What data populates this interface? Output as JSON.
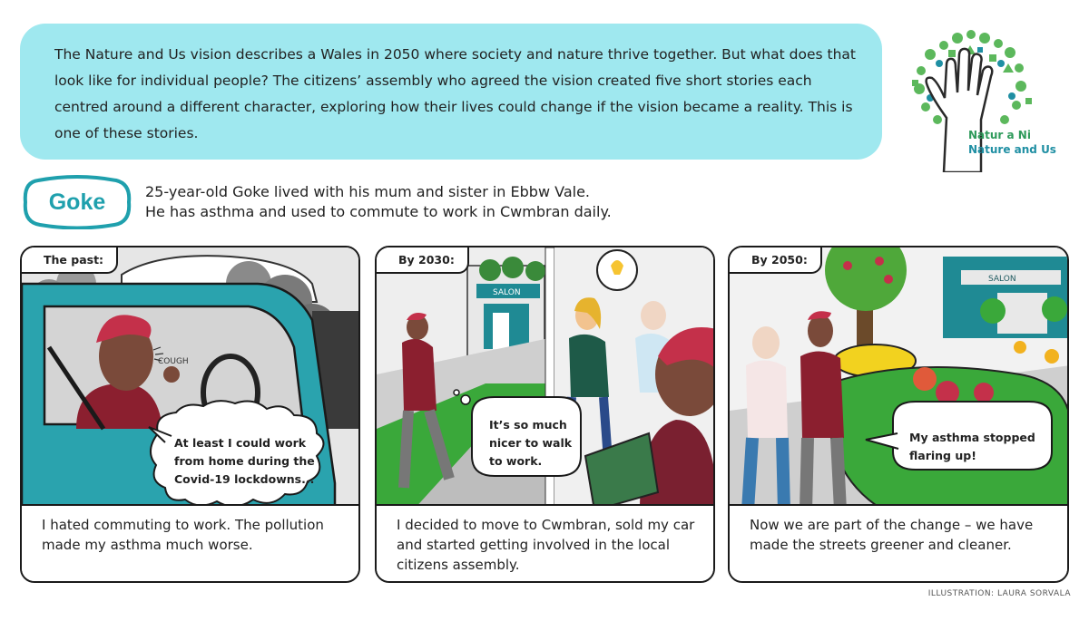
{
  "intro": {
    "text": "The Nature and Us vision describes a Wales in 2050 where society and nature thrive together. But what does that look like for individual people? The citizens’ assembly who agreed the vision created five short stories each centred around a different character, exploring how their lives could change if the vision became a reality. This is one of these stories."
  },
  "logo": {
    "line1": "Natur a Ni",
    "line2": "Nature and Us",
    "icon": "hand-tree-icon"
  },
  "character": {
    "name": "Goke",
    "bio_line1": "25-year-old Goke lived with his mum and sister in Ebbw Vale.",
    "bio_line2": "He has asthma and used to commute to work in Cwmbran daily."
  },
  "panels": [
    {
      "label": "The past:",
      "bubble": "At least I could work from home during the Covid-19 lockdowns...",
      "bubble_lines": [
        "At least I could work",
        "from home during the",
        "Covid-19 lockdowns..."
      ],
      "sfx": "COUGH",
      "caption": "I hated commuting to work. The pollution made my asthma much worse."
    },
    {
      "label": "By 2030:",
      "bubble_lines": [
        "It’s so much",
        "nicer to walk",
        "to work."
      ],
      "shop_sign": "SALON",
      "caption": "I decided to move to Cwmbran, sold my car and started getting involved in the local citizens assembly."
    },
    {
      "label": "By 2050:",
      "bubble_lines": [
        "My asthma stopped",
        "flaring up!"
      ],
      "shop_sign": "SALON",
      "caption": "Now we are part of the change – we have made the streets greener and cleaner."
    }
  ],
  "credit": "ILLUSTRATION: LAURA SORVALA",
  "colors": {
    "intro_bg": "#9fe8ef",
    "accent_teal": "#1fa0ad",
    "logo_green": "#2e9a5a",
    "car_teal": "#2aa3ae",
    "shop_teal": "#1f8a94"
  }
}
